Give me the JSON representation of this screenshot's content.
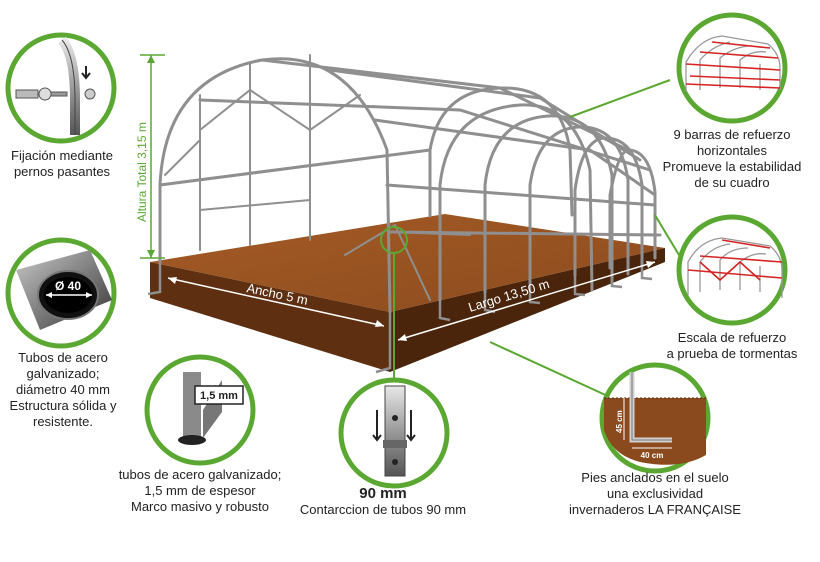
{
  "dimensions": {
    "height": "Altura Total 3,15 m",
    "width": "Ancho 5 m",
    "length": "Largo 13,50 m"
  },
  "callouts": {
    "bolts": [
      "Fijación mediante",
      "pernos pasantes"
    ],
    "tube40": {
      "badge": "Ø 40",
      "lines": [
        "Tubos de acero",
        "galvanizado;",
        "diámetro 40 mm",
        "Estructura sólida y",
        "resistente."
      ]
    },
    "thickness": {
      "badge": "1,5 mm",
      "lines": [
        "tubos de acero galvanizado;",
        "1,5 mm de espesor",
        "Marco masivo y robusto"
      ]
    },
    "tube90": {
      "title": "90 mm",
      "lines": [
        "Contarccion de tubos 90 mm"
      ]
    },
    "anchors": {
      "depth": "45 cm",
      "width": "40 cm",
      "lines": [
        "Pies anclados en el suelo",
        "una exclusividad",
        "invernaderos LA FRANÇAISE"
      ]
    },
    "storm": [
      "Escala de refuerzo",
      "a prueba de tormentas"
    ],
    "bars": [
      "9 barras de refuerzo",
      "horizontales",
      "Promueve la estabilidad",
      "de su cuadro"
    ]
  },
  "colors": {
    "accent": "#5aa832",
    "soil": "#8b4a1d",
    "soil_edge": "#5a2c0e",
    "frame": "#9a9a9a",
    "red_bars": "#d62424"
  }
}
